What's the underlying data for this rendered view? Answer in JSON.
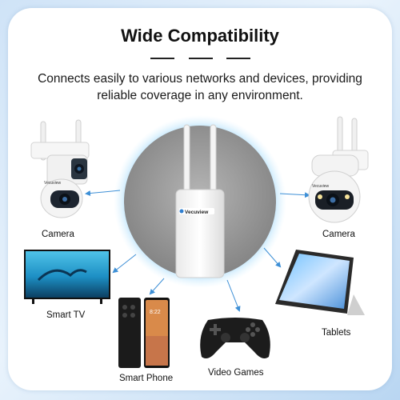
{
  "header": {
    "title": "Wide Compatibility",
    "subtitle": "Connects easily to various networks and devices, providing reliable coverage in any environment."
  },
  "router": {
    "brand": "Vecuview"
  },
  "devices": [
    {
      "label": "Camera",
      "icon": "outdoor-camera-icon",
      "brand": "Vecuview"
    },
    {
      "label": "Camera",
      "icon": "ptz-camera-icon",
      "brand": "Vecuview"
    },
    {
      "label": "Smart TV",
      "icon": "tv-icon"
    },
    {
      "label": "Tablets",
      "icon": "tablet-icon"
    },
    {
      "label": "Smart Phone",
      "icon": "smartphone-icon"
    },
    {
      "label": "Video Games",
      "icon": "gamepad-icon"
    }
  ],
  "colors": {
    "accent": "#3d8fd6",
    "glow": "#9fd3f5",
    "router_circle": "#9e9e9e"
  }
}
